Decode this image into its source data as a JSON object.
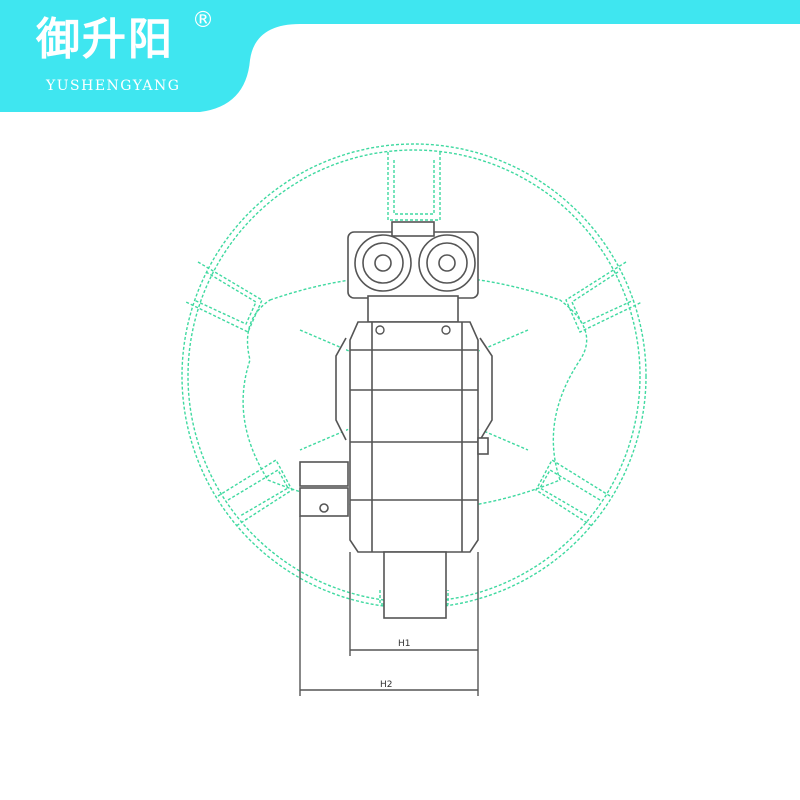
{
  "brand": {
    "name": "御升阳",
    "registered_mark": "®",
    "romanized": "YUSHENGYANG",
    "color": "#3fe6f0"
  },
  "drawing": {
    "outline_color": "#555555",
    "wheel_color": "#3fd9a0",
    "dimensions": {
      "h1": "H1",
      "h2": "H2"
    }
  }
}
